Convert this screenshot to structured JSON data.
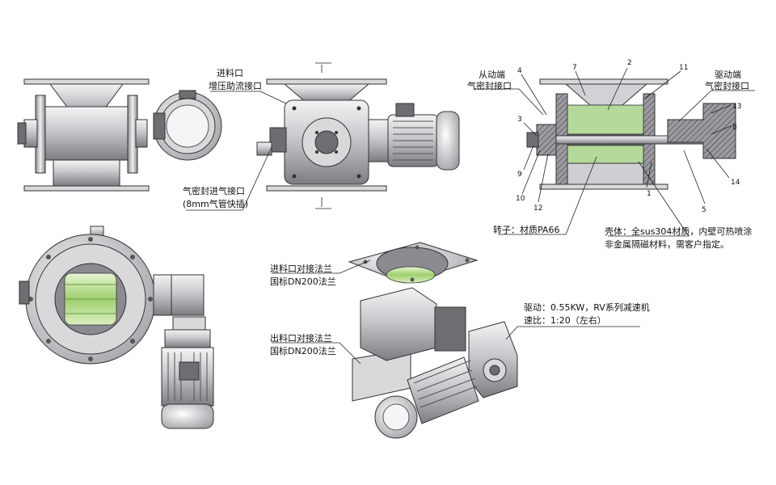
{
  "labels": {
    "inlet_port": "进料口",
    "pressure_boost_port": "增压助流接口",
    "air_seal_inlet": "气密封进气接口",
    "air_tube_spec": "(8mm气管快插)",
    "driven_end": "从动端",
    "driven_seal": "气密封接口",
    "drive_end": "驱动端",
    "drive_seal": "气密封接口",
    "rotor": "转子：材质PA66",
    "shell_line1": "壳体：全sus304材质，内壁可热喷涂",
    "shell_line2": "非金属隔磁材料，需客户指定。",
    "inlet_flange_1": "进料口对接法兰",
    "inlet_flange_2": "国标DN200法兰",
    "outlet_flange_1": "出料口对接法兰",
    "outlet_flange_2": "国标DN200法兰",
    "drive_spec": "驱动：0.55KW，RV系列减速机",
    "ratio_spec": "速比：1:20（左右）"
  },
  "part_numbers": [
    "1",
    "2",
    "3",
    "4",
    "5",
    "7",
    "8",
    "9",
    "10",
    "11",
    "12",
    "13",
    "14"
  ],
  "colors": {
    "steel_light": "#eeeef0",
    "steel_dark": "#8a8a90",
    "rotor_green": "#a8d67e",
    "line": "#222222"
  }
}
